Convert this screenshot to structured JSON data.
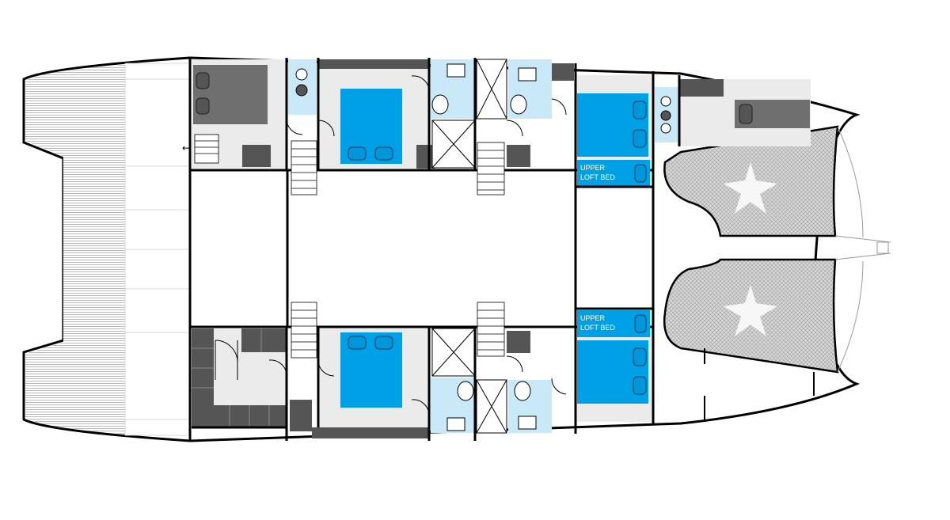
{
  "labels": {
    "upper_loft_bed_top_line1": "UPPER",
    "upper_loft_bed_top_line2": "LOFT BED",
    "upper_loft_bed_bottom_line1": "UPPER",
    "upper_loft_bed_bottom_line2": "LOFT BED"
  },
  "colors": {
    "bed_blue": "#00a0e6",
    "bathroom_blue": "#c9e9f8",
    "cabin_grey": "#ebebeb",
    "furniture_grey": "#7f7f7f",
    "outline": "#000000"
  },
  "icons": {
    "stair_arrow": "←"
  }
}
